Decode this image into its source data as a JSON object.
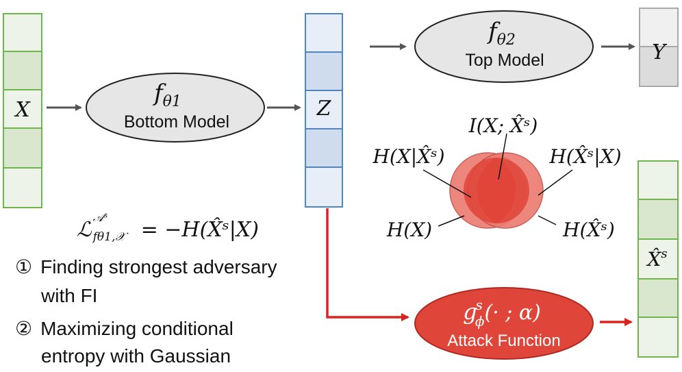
{
  "input_label": "X",
  "latent_label": "Z",
  "output_label": "Y",
  "recon_label": "X̂",
  "recon_sup": "s",
  "bottom_model": {
    "func": "f",
    "sub": "θ1",
    "label": "Bottom Model"
  },
  "top_model": {
    "func": "f",
    "sub": "θ2",
    "label": "Top Model"
  },
  "attack": {
    "func": "g",
    "sub": "ϕ",
    "sup": "s",
    "args": "(· ; α)",
    "label": "Attack Function"
  },
  "venn": {
    "mutual_info": "I(X; X̂ˢ)",
    "h_x_given": "H(X|X̂ˢ)",
    "h_xhat_given": "H(X̂ˢ|X)",
    "h_x": "H(X)",
    "h_xhat": "H(X̂ˢ)"
  },
  "loss": {
    "symbol": "ℒ",
    "sup": "𝒜ˢ",
    "sub": "fθ1,𝒳",
    "rhs": "= −H(X̂ˢ|X)"
  },
  "steps": [
    {
      "num": "①",
      "line1": "Finding strongest adversary",
      "line2": "with FI"
    },
    {
      "num": "②",
      "line1": "Maximizing conditional",
      "line2": "entropy with Gaussian"
    }
  ],
  "colors": {
    "green_border": "#6fb54b",
    "green_light": "#edf3e8",
    "green_dark": "#d9e7cf",
    "blue_border": "#4a86c8",
    "blue_light": "#e8eef8",
    "blue_dark": "#cfdcee",
    "gray_ellipse": "#e6e6e6",
    "red_fill": "#e0453a",
    "red_light": "#ec7b6f",
    "arrow_gray": "#555555",
    "arrow_red": "#d9231f"
  }
}
